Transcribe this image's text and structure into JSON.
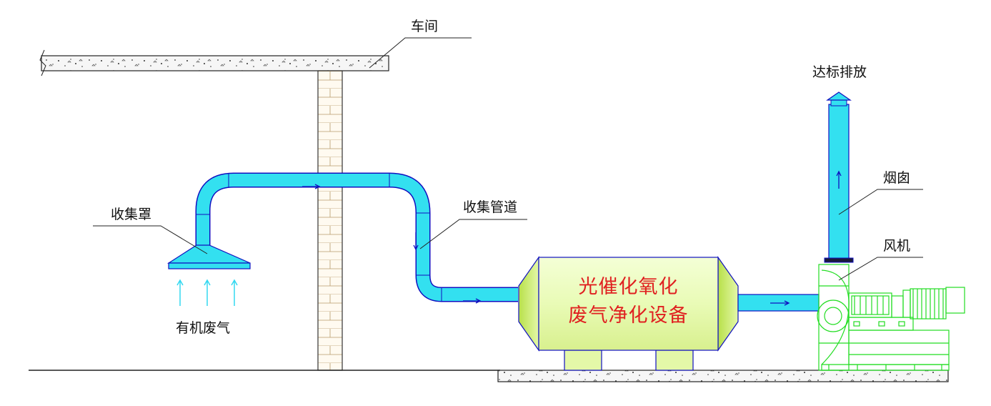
{
  "labels": {
    "workshop": "车间",
    "collection_hood": "收集罩",
    "organic_waste_gas": "有机废气",
    "collection_pipe": "收集管道",
    "chimney": "烟囱",
    "fan": "风机",
    "discharge": "达标排放"
  },
  "equipment": {
    "line1": "光催化氧化",
    "line2": "废气净化设备"
  },
  "colors": {
    "pipe": "#33e0f0",
    "pipe_outline": "#1010c0",
    "equipment": "#e8fbb0",
    "equipment_text": "#e02020",
    "fan": "#22dd22",
    "concrete": "#f4f4f4",
    "brick": "#fff8e8"
  }
}
